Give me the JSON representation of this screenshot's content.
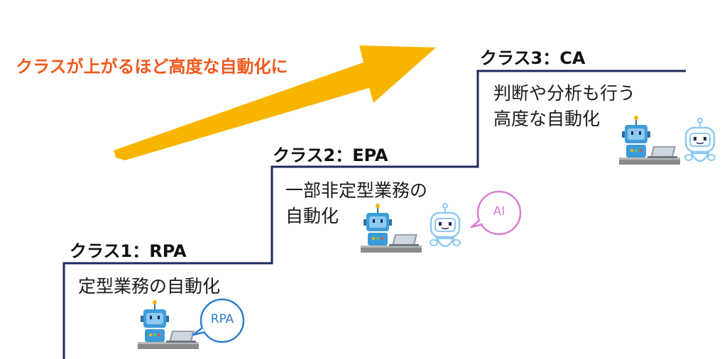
{
  "headline": "クラスが上がるほど高度な自動化に",
  "classes": [
    {
      "title": "クラス1：RPA",
      "desc_lines": [
        "定型業務の自動化"
      ],
      "bubble": "RPA"
    },
    {
      "title": "クラス2：EPA",
      "desc_lines": [
        "一部非定型業務の",
        "自動化"
      ],
      "bubble": "AI"
    },
    {
      "title": "クラス3：CA",
      "desc_lines": [
        "判断や分析も行う",
        "高度な自動化"
      ]
    }
  ],
  "colors": {
    "headline": "#f15a1e",
    "arrow": "#f8b500",
    "stairs": "#1f2a5c",
    "robot_blue": "#3d9cd8",
    "ai_bubble": "#d97fd4",
    "rpa_bubble": "#2d7fd0"
  }
}
